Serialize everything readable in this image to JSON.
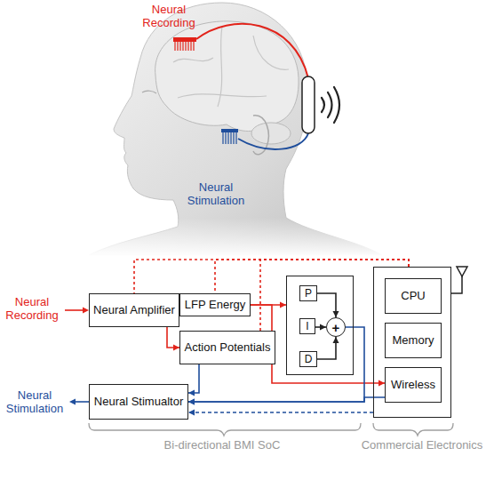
{
  "diagram": {
    "nodes": [
      {
        "text": [
          "Neural Amplifier"
        ]
      },
      {
        "text": [
          "LFP Energy"
        ]
      },
      {
        "text": [
          "Action Potentials"
        ]
      },
      {
        "text": []
      },
      {
        "text": [
          "P"
        ],
        "in": 3
      },
      {
        "text": [
          "I"
        ],
        "in": 3
      },
      {
        "text": [
          "D"
        ],
        "in": 3
      },
      {
        "text": [
          "+"
        ],
        "in": 3
      },
      {
        "text": []
      },
      {
        "text": [
          "CPU"
        ],
        "in": 8
      },
      {
        "text": [
          "Memory"
        ],
        "in": 8
      },
      {
        "text": [
          "Wireless"
        ],
        "in": 8
      },
      {
        "text": [
          "Neural Stimualtor"
        ]
      }
    ],
    "edges": [
      {
        "from": 0,
        "to": 1,
        "arrow": "to"
      },
      {
        "from": 0,
        "to": 2,
        "arrow": "to"
      },
      {
        "from": 1,
        "to": 3,
        "arrow": "to"
      },
      {
        "from": 1,
        "to": 11,
        "arrow": "to"
      },
      {
        "from": 2,
        "to": 12,
        "arrow": "to"
      },
      {
        "from": 7,
        "to": 12,
        "arrow": "to"
      },
      {
        "from": 11,
        "to": 12,
        "arrow": "to"
      },
      {
        "from": 8,
        "to": 12,
        "arrow": "to"
      },
      {
        "from": 8,
        "to": 0,
        "arrow": "none"
      },
      {
        "from": 8,
        "to": 1,
        "arrow": "none"
      },
      {
        "from": 8,
        "to": 2,
        "arrow": "none"
      },
      {
        "from": 4,
        "to": 7,
        "arrow": "to"
      },
      {
        "from": 5,
        "to": 7,
        "arrow": "to"
      },
      {
        "from": 6,
        "to": 7,
        "arrow": "to"
      }
    ],
    "labels": [
      "Neural Recording",
      "Neural Stimulation",
      "Neural Recording",
      "Neural Stimulation",
      "Bi-directional BMI SoC",
      "Commercial Electronics"
    ]
  }
}
